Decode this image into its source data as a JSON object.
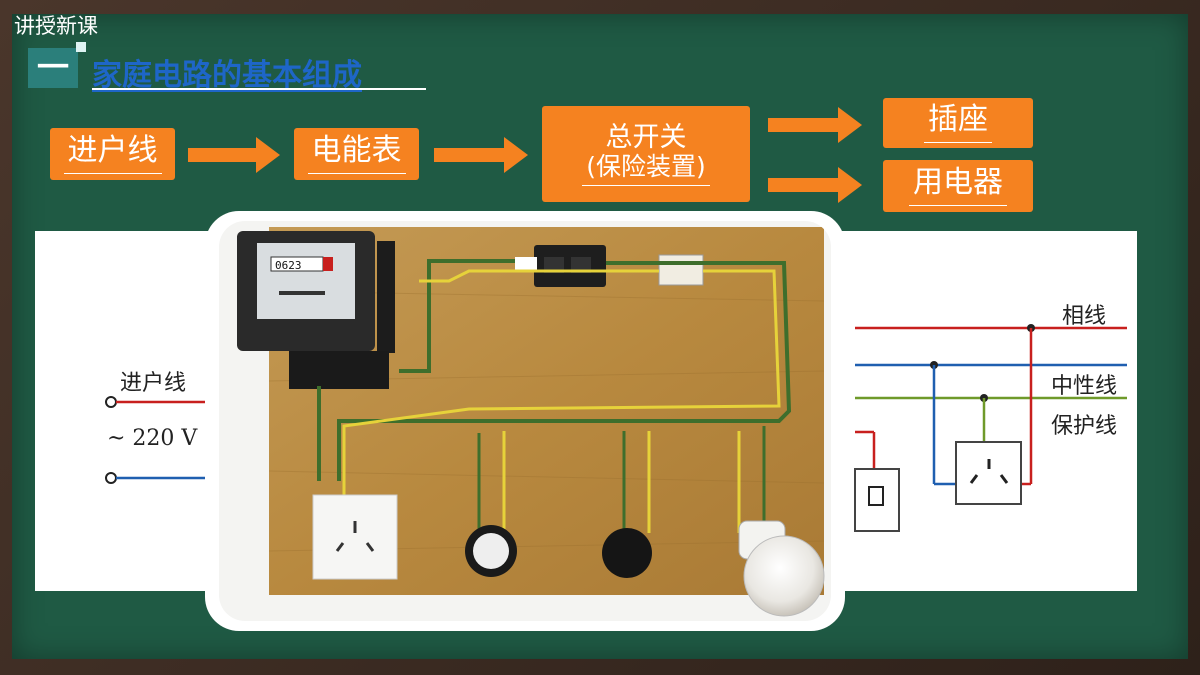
{
  "slide": {
    "corner_tag": "讲授新课",
    "section_number": "一",
    "section_title": "家庭电路的基本组成"
  },
  "flow": {
    "b1": "进户线",
    "b2": "电能表",
    "b3_line1": "总开关",
    "b3_line2": "(保险装置)",
    "b4": "插座",
    "b5": "用电器"
  },
  "diagram": {
    "in_label": "进户线",
    "voltage": "~ 220 V",
    "phase": "相线",
    "neutral": "中性线",
    "ground": "保护线"
  },
  "meter": {
    "reading": "0623"
  },
  "colors": {
    "board": "#1f5a44",
    "accent": "#f58220",
    "title_blue": "#1e66c8",
    "wire_red": "#c8201e",
    "wire_blue": "#1f5fb0",
    "wire_green": "#6f9a2a"
  }
}
